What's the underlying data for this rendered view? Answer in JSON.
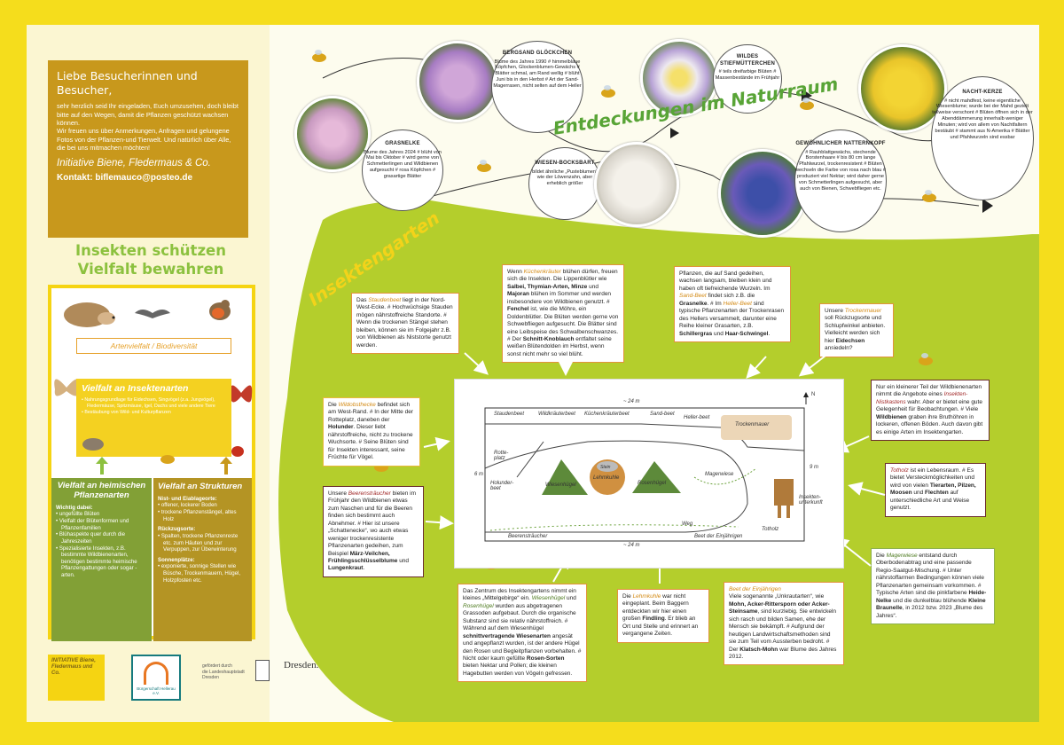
{
  "welcome": {
    "heading": "Liebe Besucherinnen und Besucher,",
    "p1": "sehr herzlich seid Ihr eingeladen, Euch umzusehen, doch bleibt bitte auf den Wegen, damit die Pflanzen geschützt wachsen können.",
    "p2": "Wir freuen uns über Anmerkungen, Anfragen und gelungene Fotos von der Pflanzen-und Tierwelt. Und natürlich über Alle, die bei uns mitmachen möchten!",
    "initiative": "Initiative Biene, Fledermaus & Co.",
    "contact": "Kontakt: biflemauco@posteo.de"
  },
  "schutz": {
    "title1": "Insekten schützen",
    "title2": "Vielfalt bewahren",
    "artenvielfalt": "Artenvielfalt / Biodiversität",
    "insektenarten": {
      "title": "Vielfalt an Insektenarten",
      "items": [
        "Nahrungsgrundlage für Eidechsen, Singvögel (z.a. Jungvögel), Fledermäuse, Spitzmäuse, Igel, Dachs und viele andere Tiere",
        "Bestäubung von Wild- und Kulturpflanzen"
      ]
    },
    "pflanzenarten": {
      "title": "Vielfalt an heimischen Pflanzenarten",
      "sub": "Wichtig dabei:",
      "items": [
        "ungefüllte Blüten",
        "Vielfalt der Blütenformen und Pflanzenfamilien",
        "Blühaspekte quer durch die Jahreszeiten",
        "Spezialisierte Insekten, z.B. bestimmte Wildbienenarten, benötigen bestimmte heimische Pflanzengattungen oder sogar -arten."
      ]
    },
    "strukturen": {
      "title": "Vielfalt an Strukturen",
      "g1": "Nist- und Eiablageorte:",
      "g1_items": [
        "offener, lockerer Boden",
        "trockene Pflanzenstängel, altes Holz"
      ],
      "g2": "Rückzugsorte:",
      "g2_items": [
        "Spalten, trockene Pflanzenreste etc. zum Häuten und zur Verpuppen, zur Überwinterung"
      ],
      "g3": "Sonnenplätze:",
      "g3_items": [
        "exponierte, sonnige Stellen wie Büsche, Trockenmauern, Hügel, Holzpfosten etc."
      ]
    }
  },
  "logos": {
    "l1": "INITIATIVE Biene, Fledermaus und Co.",
    "l2": "Bürgerschaft Hellerau e.V.",
    "l3a": "gefördert durch",
    "l3b": "die Landeshauptstadt",
    "l3c": "Dresden",
    "l5": "Dresden."
  },
  "naturraum": {
    "title": "Entdeckungen im Naturraum",
    "plants": [
      {
        "name": "GRASNELKE",
        "text": "Blume des Jahres 2024 # blüht von Mai bis Oktober # wird gerne von Schmetterlingen und Wildbienen aufgesucht # rosa Köpfchen # grasartige Blätter"
      },
      {
        "name": "BERGSAND GLÖCKCHEN",
        "text": "Blume des Jahres 1990 # himmelblaue Köpfchen, Glockenblumen-Gewächs # Blätter schmal, am Rand wellig # blüht Juni bis in den Herbst # Art der Sand-Magerrasen, nicht selten auf dem Heller"
      },
      {
        "name": "WIESEN-BOCKSBART",
        "text": "bildet ähnliche „Pusteblumen“ wie der Löwenzahn, aber erheblich größer"
      },
      {
        "name": "WILDES STIEFMÜTTERCHEN",
        "text": "# teils dreifarbige Blüten # Massenbestände im Frühjahr"
      },
      {
        "name": "GEWÖHNLICHER NATTERNKOPF",
        "text": "# Rauhblattgewächs, stechende Borstenhaare # bis 80 cm lange Pfahlwurzel, trockenresistent # Blüten wechseln die Farbe von rosa nach blau # produziert viel Nektar; wird daher gerne von Schmetterlingen aufgesucht, aber auch von Bienen, Schwebfliegen etc."
      },
      {
        "name": "NACHT-KERZE",
        "text": "# nicht mahdfest, keine eigentliche Wiesenblume; wurde bei der Mahd gezielt teilweise verschont # Blüten öffnen sich in der Abenddämmerung innerhalb weniger Minuten; wird von allem von Nachtfaltern bestäubt # stammt aus N-Amerika # Blätter und Pfahlwurzeln sind essbar"
      }
    ]
  },
  "garten": {
    "title": "Insektengarten",
    "stauden": {
      "pre": "Das ",
      "hl": "Staudenbeet",
      "post": " liegt in der Nord-West-Ecke. # Hochwüchsige Stauden mögen nährstoffreiche Standorte. # Wenn die trockenen Stängel stehen bleiben, können sie im Folgejahr z.B. von Wildbienen als Niststorte genutzt werden."
    },
    "kuechen": {
      "pre": "Wenn ",
      "hl": "Küchenkräuter",
      "mid1": " blühen dürfen, freuen sich die Insekten. Die Lippenblütler wie ",
      "b1": "Salbei, Thymian-Arten, Minze",
      "mid2": " und ",
      "b2": "Majoran",
      "mid3": " blühen im Sommer und werden insbesondere von Wildbienen genutzt. # ",
      "b3": "Fenchel",
      "mid4": " ist, wie die Möhre, ein Doldenblütler. Die Blüten werden gerne von Schwebfliegen aufgesucht. Die Blätter sind eine Leibspeise des Schwalbenschwanzes. # Der ",
      "b4": "Schnitt-Knoblauch",
      "post": " entfaltet seine weißen Blütendolden im Herbst, wenn sonst nicht mehr so viel blüht."
    },
    "sand": {
      "p1": "Pflanzen, die auf Sand gedeihen, wachsen langsam, bleiben klein und haben oft tiefreichende Wurzeln. Im ",
      "hl1": "Sand-Beet",
      "p2": " findet sich z.B. die ",
      "b1": "Grasnelke",
      "p3": ". # Im ",
      "hl2": "Heller-Beet",
      "p4": " sind typische Pflanzenarten der Trockenrasen des Hellers versammelt, darunter eine Reihe kleiner Grasarten, z.B. ",
      "b2": "Schillergras",
      "p5": " und ",
      "b3": "Haar-Schwingel",
      "p6": "."
    },
    "trocken": {
      "p1": "Unsere ",
      "hl": "Trockenmauer",
      "p2": " soll Rückzugsorte und Schlupfwinkel anbieten. Vielleicht werden sich hier ",
      "b": "Eidechsen",
      "p3": " ansiedeln?"
    },
    "nist": {
      "p1": "Nur ein kleinerer Teil der Wildbienenarten nimmt die Angebote eines ",
      "hl": "Insekten-Nistkastens",
      "p2": " wahr. Aber er bietet eine gute Gelegenheit für Beobachtungen. # Viele ",
      "b": "Wildbienen",
      "p3": " graben ihre Bruthöhren in lockeren, offenen Böden. Auch davon gibt es einige Arten im Insektengarten."
    },
    "totholz": {
      "hl": "Totholz",
      "p1": " ist ein Lebensraum. # Es bietet Versteckmöglichkeiten und wird von vielen ",
      "b": "Tierarten, Pilzen, Moosen",
      "p2": " und ",
      "b2": "Flechten",
      "p3": " auf unterschiedliche Art und Weise genutzt."
    },
    "mager": {
      "p1": "Die ",
      "hl": "Magerwiese",
      "p2": " entstand durch Oberbodenabtrag und eine passende Regio-Saatgut-Mischung. # Unter nährstoffarmen Bedingungen können viele Pflanzenarten gemeinsam vorkommen. # Typische Arten sind die pinkfarbene ",
      "b1": "Heide-Nelke",
      "p3": " und die dunkelblau blühende ",
      "b2": "Kleine Braunelle",
      "p4": ", in 2012 bzw. 2023 „Blume des Jahres“."
    },
    "einjaehrig": {
      "hl": "Beet der Einjährigen",
      "p1": "Viele sogenannte „Unkrautarten“, wie ",
      "b1": "Mohn, Acker-Rittersporn oder Acker-Steinsame",
      "p2": ", sind kurzlebig. Sie entwickeln sich rasch und bilden Samen, ehe der Mensch sie bekämpft. # Aufgrund der heutigen Landwirtschaftsmethoden sind sie zum Teil vom Aussterben bedroht. # Der ",
      "b2": "Klatsch-Mohn",
      "p3": " war Blume des Jahres 2012."
    },
    "lehm": {
      "p1": "Die ",
      "hl": "Lehmkuhle",
      "p2": " war nicht eingeplant. Beim Baggern entdeckten wir hier einen großen ",
      "b": "Findling",
      "p3": ". Er blieb an Ort und Stelle und erinnert an vergangene Zeiten."
    },
    "zentrum": {
      "p1": "Das Zentrum des Insektengartens nimmt ein kleines „Mittelgebirge“ ein. ",
      "hl1": "Wiesenhügel",
      "p2": " und ",
      "hl2": "Rosenhügel",
      "p3": " wurden aus abgetragenen Grassoden aufgebaut. Durch die organische Substanz sind sie relativ nährstoffreich. # Während auf dem Wiesenhügel ",
      "b1": "schnittvertragende Wiesenarten",
      "p4": " angesät und angepflanzt wurden, ist der andere Hügel den Rosen und Begleitpflanzen vorbehalten. # Nicht oder kaum gefüllte ",
      "b2": "Rosen-Sorten",
      "p5": " bieten Nektar und Pollen; die kleinen Hagebutten werden von Vögeln gefressen."
    },
    "wild": {
      "p1": "Die ",
      "hl": "Wildobsthecke",
      "p2": " befindet sich am West-Rand. # In der Mitte der Rotteplatz, daneben der ",
      "b": "Holunder",
      "p3": ". Dieser liebt nährstoffreiche, nicht zu trockene Wuchsorte. # Seine Blüten sind für Insekten interessant, seine Früchte für Vögel."
    },
    "beeren": {
      "p1": "Unsere ",
      "hl": "Beerensträucher",
      "p2": " bieten im Frühjahr den Wildbienen etwas zum Naschen und für die Beeren finden sich bestimmt auch Abnehmer. # Hier ist unsere „Schattenecke“, wo auch etwas weniger trockenresistente Pflanzenarten gedeihen, zum Beispiel ",
      "b": "März-Veilchen, Frühlingsschlüsselblume",
      "p3": " und ",
      "b2": "Lungenkraut",
      "p4": "."
    }
  },
  "map": {
    "dim_top": "~ 24 m",
    "dim_bottom": "~ 24 m",
    "dim_left": "6 m",
    "dim_right": "9 m",
    "north": "N",
    "labels": {
      "staudenbeet": "Staudenbeet",
      "wildkraeuter": "Wildkräuterbeet",
      "kuechen": "Küchenkräuterbeet",
      "sand": "Sand-beet",
      "heller": "Heller-beet",
      "trocken": "Trockenmauer",
      "rotte": "Rotte-platz",
      "holunder": "Holunder-beet",
      "wiesen": "Wiesenhügel",
      "stein": "Stein",
      "lehm": "Lehmkuhle",
      "rosen": "Rosenhügel",
      "mager": "Magerwiese",
      "insekten": "Insekten-unterkunft",
      "weg": "Weg",
      "totholz": "Totholz",
      "beeren": "Beerensträucher",
      "einjaehrig": "Beet der Einjährigen"
    }
  },
  "colors": {
    "border": "#f5dd1c",
    "green": "#b4ce2c",
    "orange_text": "#d38a14"
  }
}
